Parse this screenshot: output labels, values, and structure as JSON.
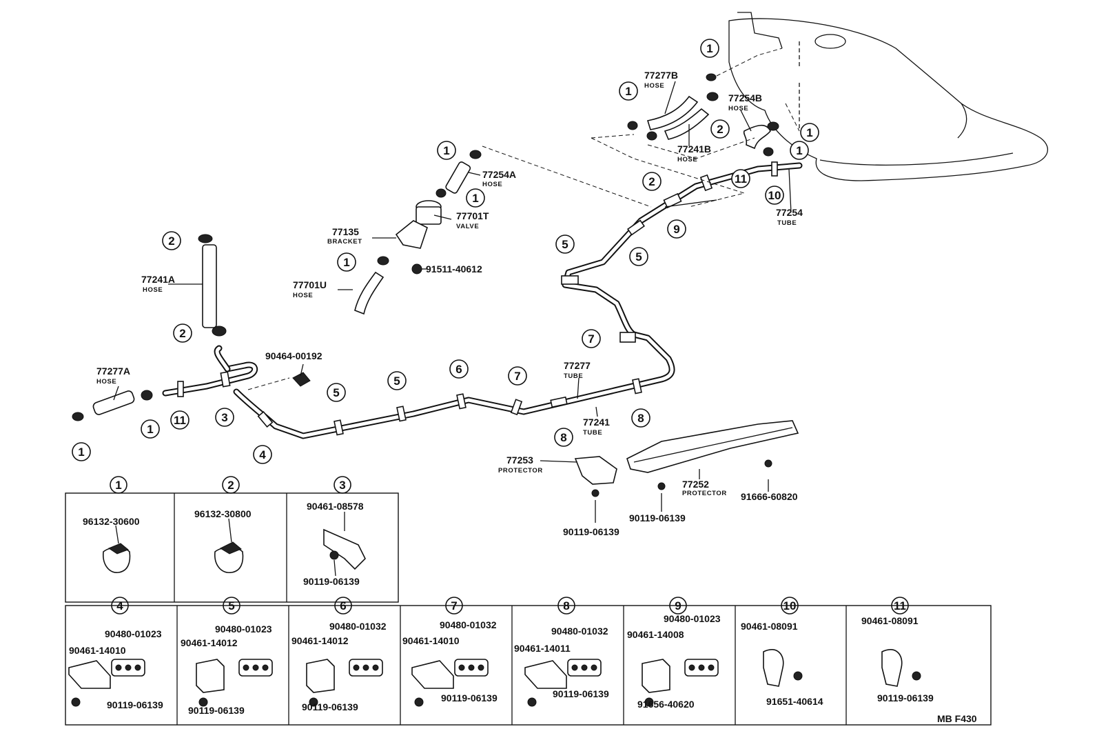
{
  "labels": {
    "hose_77277B": {
      "pn": "77277B",
      "name": "HOSE"
    },
    "hose_77254B": {
      "pn": "77254B",
      "name": "HOSE"
    },
    "hose_77241B": {
      "pn": "77241B",
      "name": "HOSE"
    },
    "hose_77254A": {
      "pn": "77254A",
      "name": "HOSE"
    },
    "valve_77701T": {
      "pn": "77701T",
      "name": "VALVE"
    },
    "bracket_77135": {
      "pn": "77135",
      "name": "BRACKET"
    },
    "bolt_91511_40612": {
      "pn": "91511-40612"
    },
    "hose_77701U": {
      "pn": "77701U",
      "name": "HOSE"
    },
    "hose_77241A": {
      "pn": "77241A",
      "name": "HOSE"
    },
    "tube_77254": {
      "pn": "77254",
      "name": "TUBE"
    },
    "hose_77277A": {
      "pn": "77277A",
      "name": "HOSE"
    },
    "clip_90464_00192": {
      "pn": "90464-00192"
    },
    "tube_77277": {
      "pn": "77277",
      "name": "TUBE"
    },
    "tube_77241": {
      "pn": "77241",
      "name": "TUBE"
    },
    "protector_77253": {
      "pn": "77253",
      "name": "PROTECTOR"
    },
    "protector_77252": {
      "pn": "77252",
      "name": "PROTECTOR"
    },
    "bolt_91666_60820": {
      "pn": "91666-60820"
    },
    "bolt_90119_06139_a": {
      "pn": "90119-06139"
    },
    "bolt_90119_06139_b": {
      "pn": "90119-06139"
    }
  },
  "callouts": [
    "1",
    "2",
    "3",
    "4",
    "5",
    "6",
    "7",
    "8",
    "9",
    "10",
    "11"
  ],
  "legend_top": [
    {
      "num": "1",
      "parts": [
        "96132-30600"
      ]
    },
    {
      "num": "2",
      "parts": [
        "96132-30800"
      ]
    },
    {
      "num": "3",
      "parts": [
        "90461-08578",
        "90119-06139"
      ]
    }
  ],
  "legend_bottom": [
    {
      "num": "4",
      "parts": [
        "90480-01023",
        "90461-14010",
        "90119-06139"
      ]
    },
    {
      "num": "5",
      "parts": [
        "90480-01023",
        "90461-14012",
        "90119-06139"
      ]
    },
    {
      "num": "6",
      "parts": [
        "90480-01032",
        "90461-14012",
        "90119-06139"
      ]
    },
    {
      "num": "7",
      "parts": [
        "90480-01032",
        "90461-14010",
        "90119-06139"
      ]
    },
    {
      "num": "8",
      "parts": [
        "90480-01032",
        "90461-14011",
        "90119-06139"
      ]
    },
    {
      "num": "9",
      "parts": [
        "90480-01023",
        "90461-14008",
        "91656-40620"
      ]
    },
    {
      "num": "10",
      "parts": [
        "90461-08091",
        "91651-40614"
      ]
    },
    {
      "num": "11",
      "parts": [
        "90461-08091",
        "90119-06139"
      ]
    }
  ],
  "figure_code": "MB  F430"
}
